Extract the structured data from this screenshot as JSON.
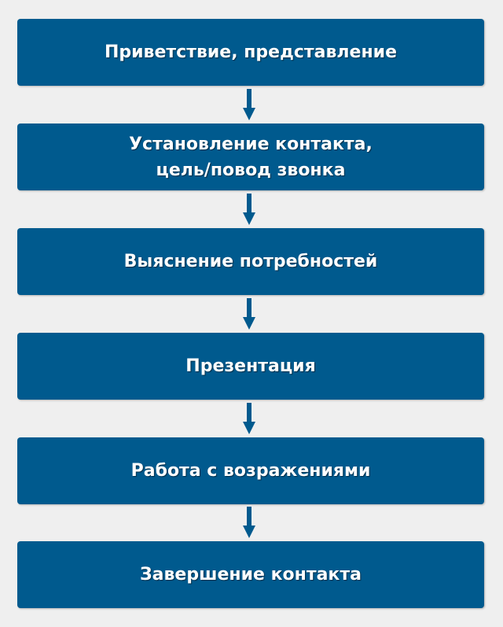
{
  "steps": [
    {
      "label": "Приветствие, представление"
    },
    {
      "label": "Установление контакта,\nцель/повод звонка"
    },
    {
      "label": "Выяснение потребностей"
    },
    {
      "label": "Презентация"
    },
    {
      "label": "Работа с возражениями"
    },
    {
      "label": "Завершение контакта"
    }
  ],
  "colors": {
    "box": "#005a8e",
    "arrow": "#005a8e",
    "background": "#efefef"
  }
}
